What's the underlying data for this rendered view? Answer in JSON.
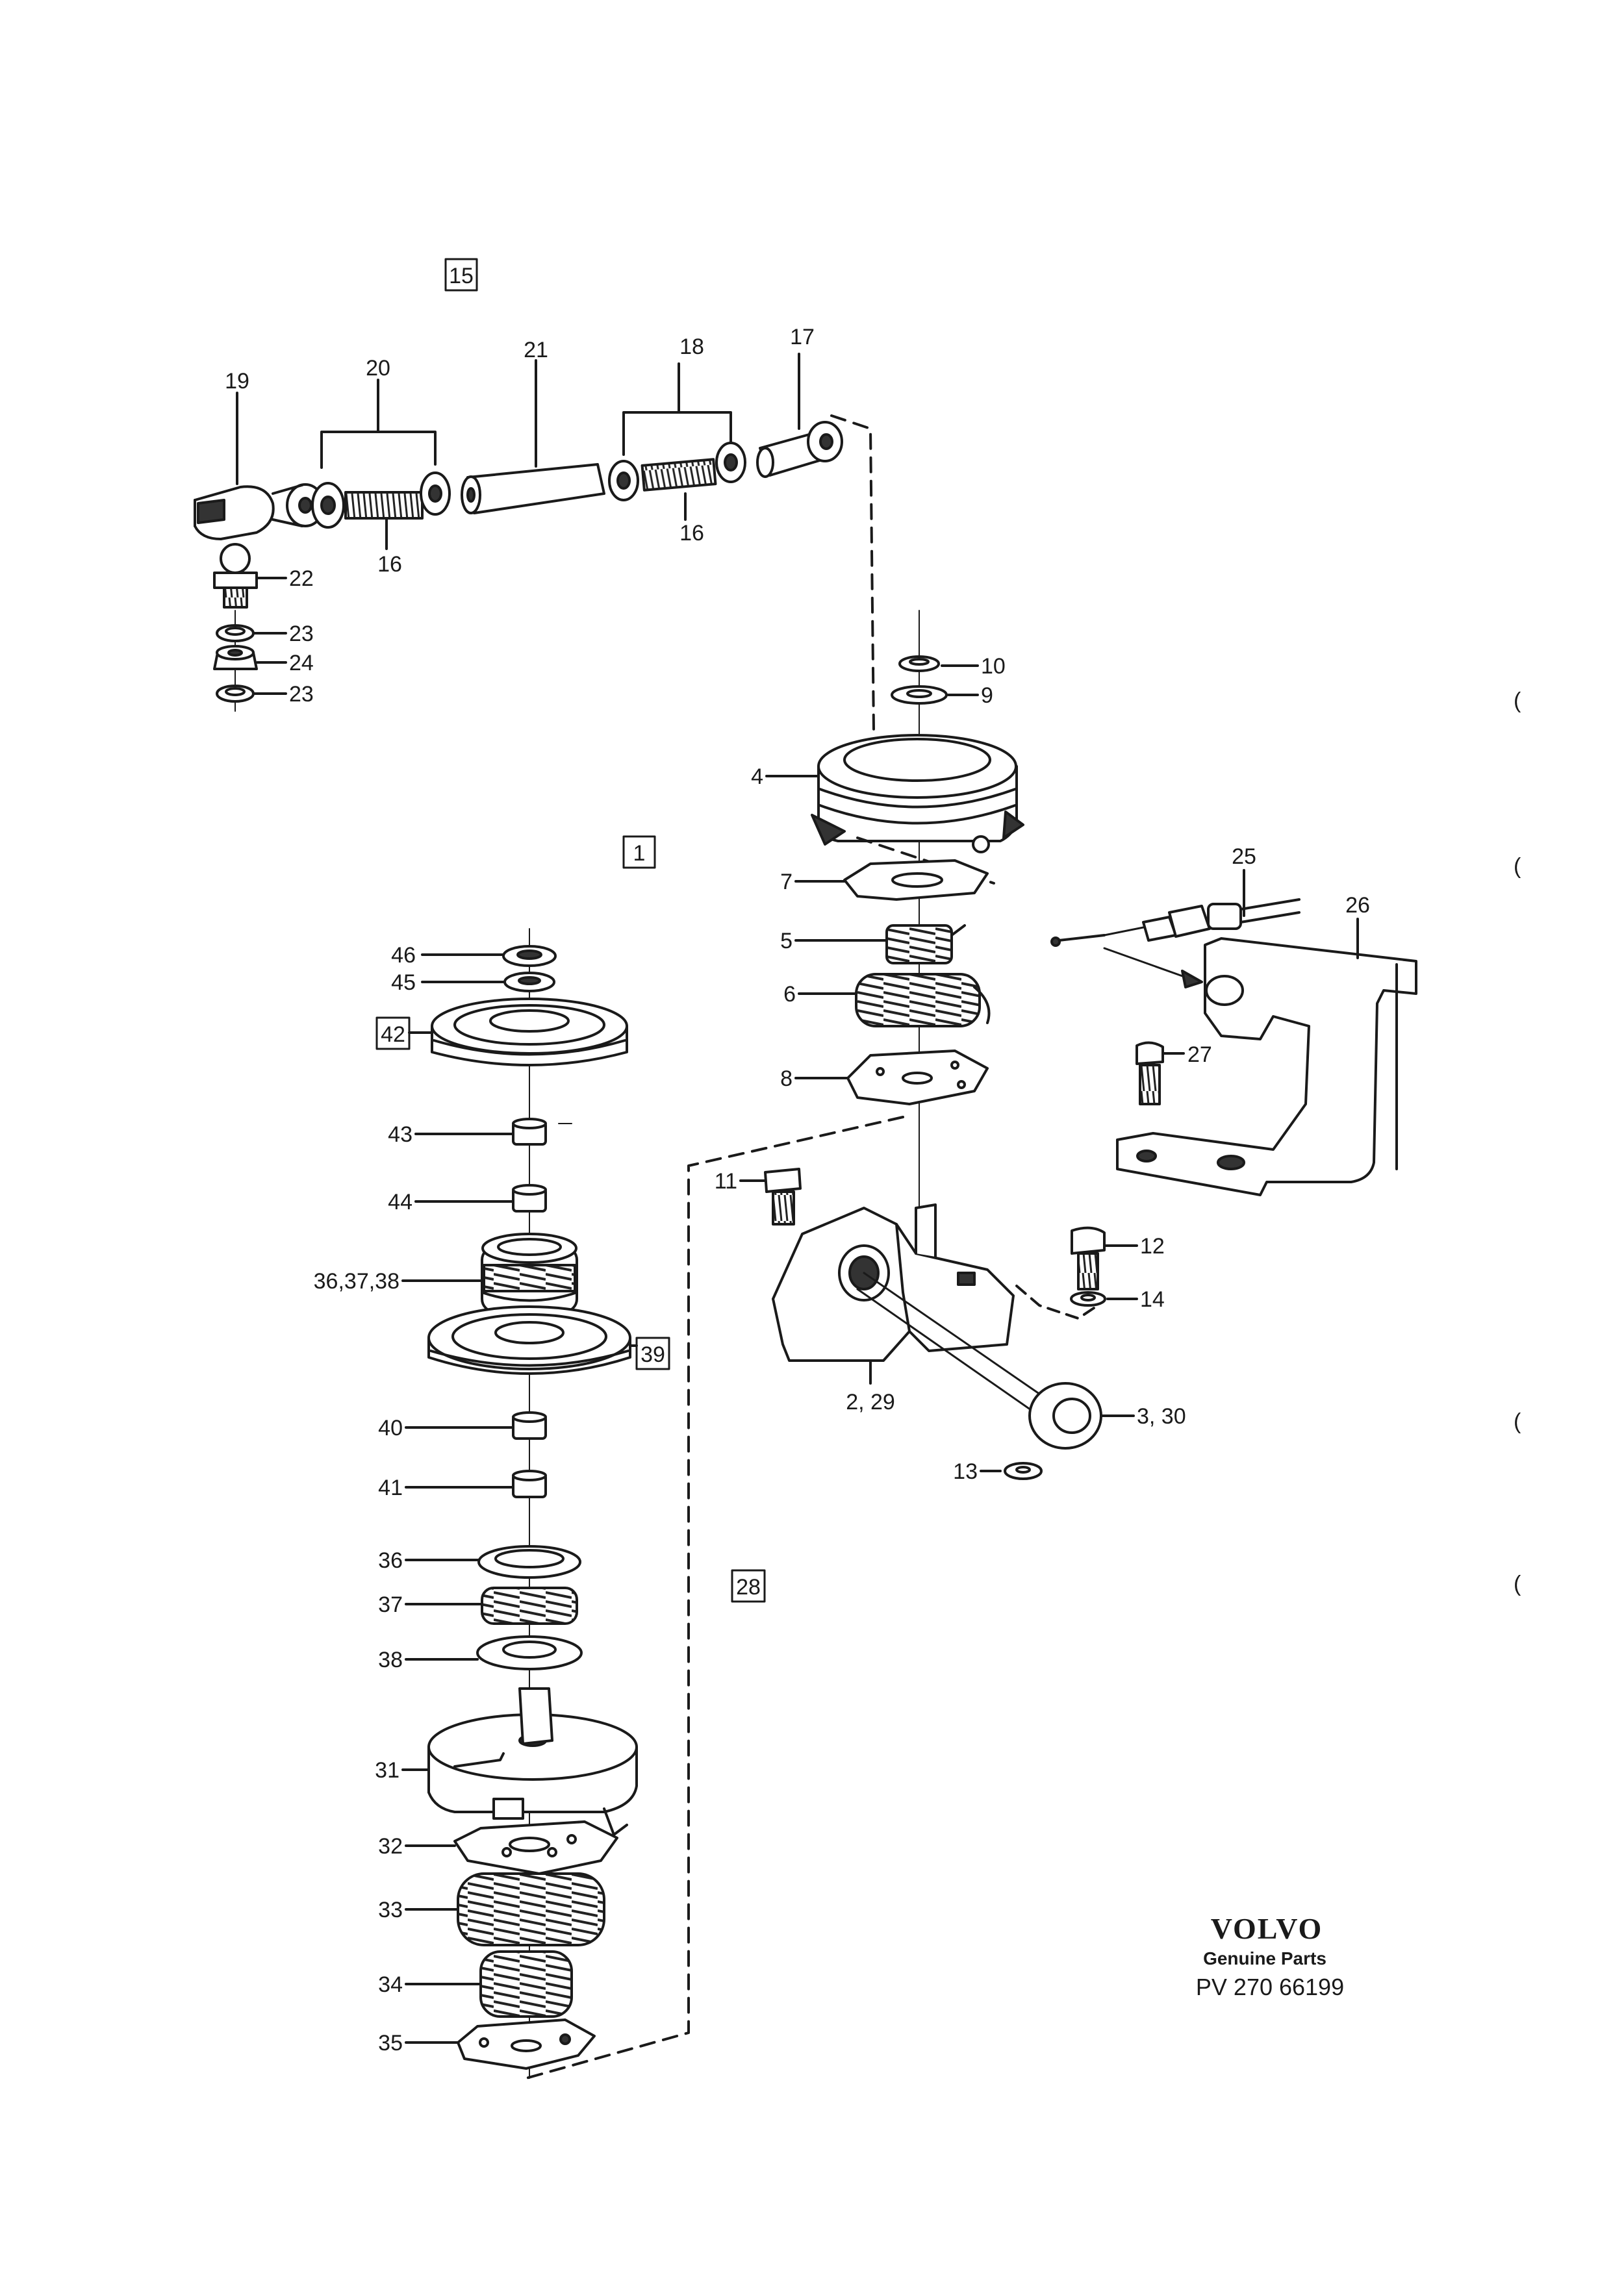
{
  "reference_boxes": {
    "r15": "15",
    "r1": "1",
    "r42": "42",
    "r39": "39",
    "r28": "28"
  },
  "labels": {
    "l19": "19",
    "l20": "20",
    "l21": "21",
    "l18": "18",
    "l17": "17",
    "l16a": "16",
    "l16b": "16",
    "l22": "22",
    "l23a": "23",
    "l24": "24",
    "l23b": "23",
    "l10": "10",
    "l9": "9",
    "l4": "4",
    "l7": "7",
    "l5": "5",
    "l6": "6",
    "l8": "8",
    "l25": "25",
    "l26": "26",
    "l27": "27",
    "l11": "11",
    "l12": "12",
    "l14": "14",
    "l229": "2, 29",
    "l330": "3, 30",
    "l13": "13",
    "l46": "46",
    "l45": "45",
    "l43": "43",
    "l44": "44",
    "l363738": "36,37,38",
    "l40": "40",
    "l41": "41",
    "l36": "36",
    "l37": "37",
    "l38": "38",
    "l31": "31",
    "l32": "32",
    "l33": "33",
    "l34": "34",
    "l35": "35"
  },
  "brand": {
    "name": "VOLVO",
    "tagline": "Genuine Parts",
    "ref": "PV 270  66199"
  },
  "margin_marks": {
    "m1": "(",
    "m2": "(",
    "m3": "(",
    "m4": "("
  }
}
